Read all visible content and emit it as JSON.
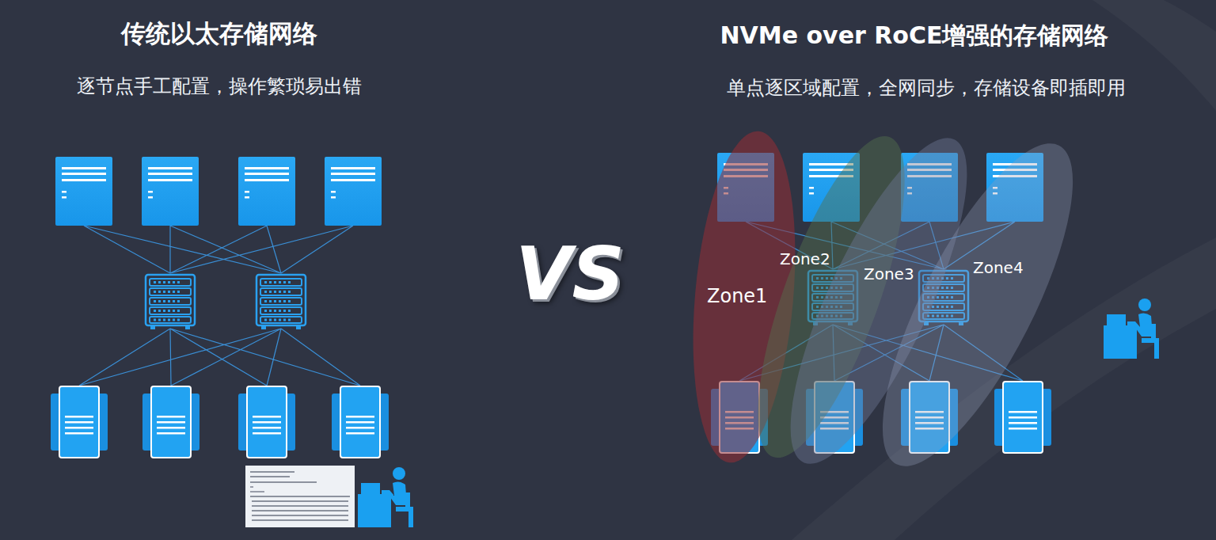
{
  "diagram": {
    "nodes": [
      {
        "text": [
          "Zone1"
        ]
      },
      {
        "text": [
          "Zone2"
        ]
      },
      {
        "text": [
          "Zone3"
        ]
      },
      {
        "text": [
          "Zone4"
        ]
      }
    ],
    "labels": [
      "传统以太存储网络",
      "逐节点手工配置，操作繁琐易出错",
      "VS",
      "NVMe over RoCE增强的存储网络",
      "单点逐区域配置，全网同步，存储设备即插即用"
    ]
  }
}
